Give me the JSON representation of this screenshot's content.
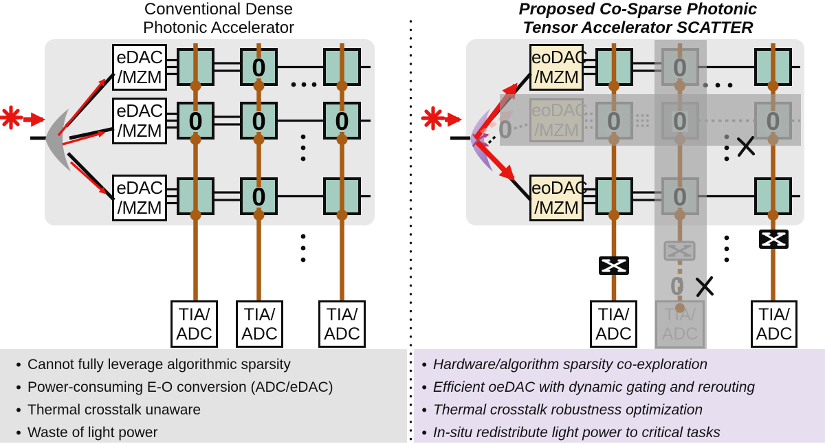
{
  "left": {
    "title": [
      "Conventional Dense",
      "Photonic Accelerator"
    ],
    "dac_label": [
      "eDAC",
      "/MZM"
    ],
    "tia_label": [
      "TIA/",
      "ADC"
    ],
    "grid_zeros": [
      [
        0,
        1,
        0
      ],
      [
        1,
        1,
        1
      ],
      [
        0,
        1,
        0
      ]
    ],
    "grid_grayed": [
      [
        0,
        0,
        0
      ],
      [
        0,
        0,
        0
      ],
      [
        0,
        0,
        0
      ]
    ],
    "bullets": [
      "Cannot fully leverage algorithmic sparsity",
      "Power-consuming E-O conversion (ADC/eDAC)",
      "Thermal crosstalk unaware",
      "Waste of light power"
    ]
  },
  "right": {
    "title": [
      "Proposed Co-Sparse Photonic",
      "Tensor Accelerator SCATTER"
    ],
    "dac_label": [
      "eoDAC",
      "/MZM"
    ],
    "tia_label": [
      "TIA/",
      "ADC"
    ],
    "grid_zeros": [
      [
        0,
        1,
        0
      ],
      [
        1,
        1,
        1
      ],
      [
        0,
        1,
        0
      ]
    ],
    "grid_grayed": [
      [
        0,
        1,
        0
      ],
      [
        1,
        1,
        1
      ],
      [
        0,
        1,
        0
      ]
    ],
    "splitter_zero": "0",
    "column_zero": "0",
    "bullets": [
      "Hardware/algorithm sparsity co-exploration",
      "Efficient oeDAC with dynamic gating and rerouting",
      "Thermal crosstalk robustness optimization",
      "In-situ redistribute light power to critical tasks"
    ]
  },
  "zero_glyph": "0",
  "bullet_glyph": "•",
  "colors": {
    "laser_red": "#e81510",
    "waveguide_brown": "#a85c14",
    "mzm_teal": "#a5ccc0",
    "eodac_cream": "#f8eecb",
    "panel_gray": "#e8e8e8",
    "left_strip_gray": "#e3e3e3",
    "right_strip_purple": "#e7def0",
    "splitter_gray": "#9e9e9e",
    "splitter_purple": "#a184c6",
    "pruned_overlay": "#9e9e9e"
  }
}
